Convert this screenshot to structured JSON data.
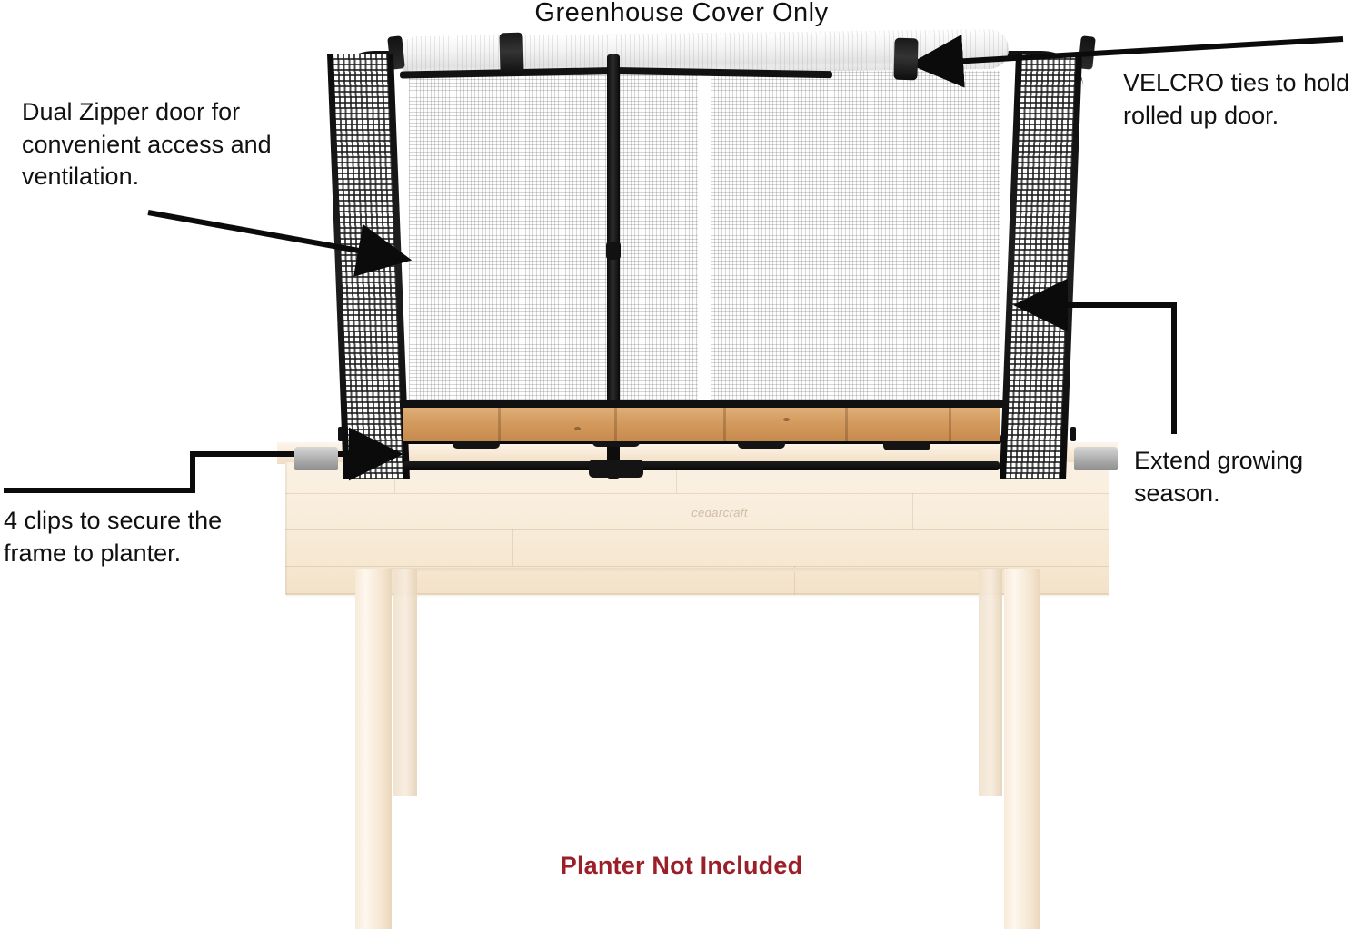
{
  "title": "Greenhouse  Cover  Only",
  "notice": "Planter Not Included",
  "brand": "cedarcraft",
  "callouts": [
    {
      "id": "dual-zipper",
      "text": "Dual Zipper door for convenient access and ventilation.",
      "position": "left-top",
      "arrow": "straight-diagonal-right"
    },
    {
      "id": "velcro-ties",
      "text": "VELCRO ties to hold rolled up door.",
      "position": "right-top",
      "arrow": "straight-diagonal-left"
    },
    {
      "id": "four-clips",
      "text": "4 clips to secure the frame to planter.",
      "position": "left-bottom",
      "arrow": "stepped-right"
    },
    {
      "id": "extend-season",
      "text": "Extend growing season.",
      "position": "right-bottom",
      "arrow": "stepped-up-left"
    }
  ],
  "colors": {
    "notice_red": "#9b1f28",
    "text_black": "#111111",
    "frame_black": "#121212",
    "mesh_white": "#fdfdfd",
    "cedar_tan": "#d49a5e",
    "planter_cream": "#f8ecdd",
    "clip_gray": "#a9a9a9"
  },
  "product": {
    "cover_panels": 2,
    "velcro_straps": 2,
    "clips": 4,
    "zipper_count": 2
  }
}
